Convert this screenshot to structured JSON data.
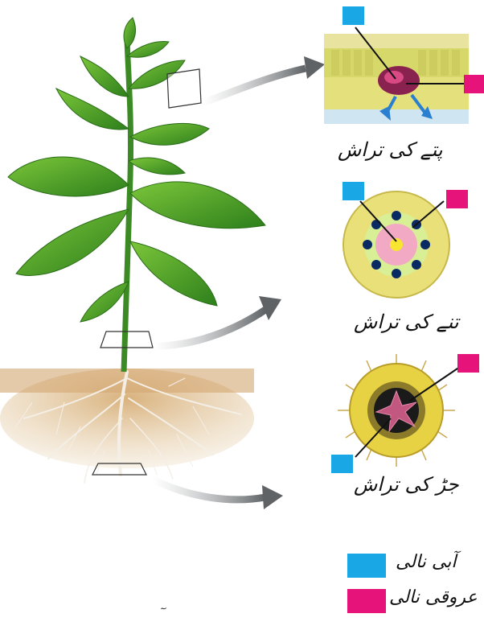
{
  "captions": {
    "leaf": "پتے کی تراش",
    "stem": "تنے کی تراش",
    "root": "جڑ کی تراش"
  },
  "legend": [
    {
      "label": "آبی نالی",
      "color": "#1aa7e6"
    },
    {
      "label": "عروقی نالی",
      "color": "#e6137a"
    }
  ],
  "footer_mark": "ٓ",
  "colors": {
    "xylem": "#1aa7e6",
    "phloem": "#e6137a",
    "leaf_green": "#3f9b2a",
    "soil": "#c9a06b",
    "arrow": "#6b6e70"
  }
}
